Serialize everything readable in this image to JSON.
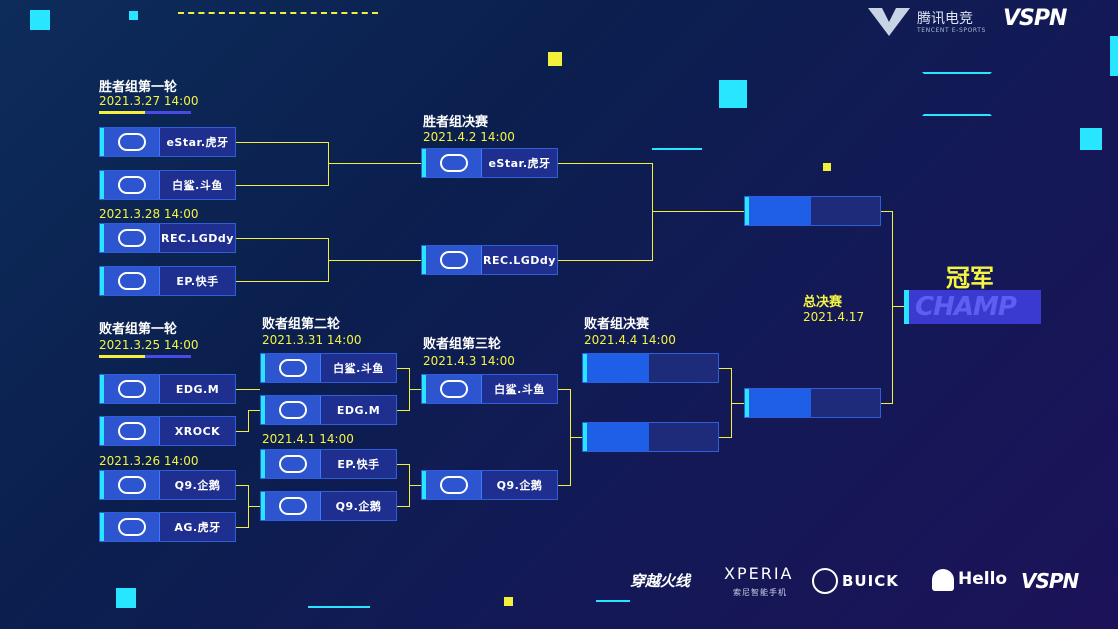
{
  "header": {
    "brand_cn": "腾讯电竞",
    "brand_en": "TENCENT E-SPORTS",
    "vspn": "VSPN"
  },
  "rounds": {
    "wb_r1": {
      "title": "胜者组第一轮",
      "date1": "2021.3.27  14:00",
      "date2": "2021.3.28  14:00"
    },
    "wb_final": {
      "title": "胜者组决赛",
      "date": "2021.4.2  14:00"
    },
    "lb_r1": {
      "title": "败者组第一轮",
      "date1": "2021.3.25  14:00",
      "date2": "2021.3.26  14:00"
    },
    "lb_r2": {
      "title": "败者组第二轮",
      "date1": "2021.3.31  14:00",
      "date2": "2021.4.1  14:00"
    },
    "lb_r3": {
      "title": "败者组第三轮",
      "date": "2021.4.3  14:00"
    },
    "lb_final": {
      "title": "败者组决赛",
      "date": "2021.4.4  14:00"
    },
    "grand_final": {
      "title": "总决赛",
      "date": "2021.4.17"
    }
  },
  "teams": {
    "wb1": "eStar.虎牙",
    "wb2": "白鲨.斗鱼",
    "wb3": "REC.LGDdy",
    "wb4": "EP.快手",
    "wbf1": "eStar.虎牙",
    "wbf2": "REC.LGDdy",
    "lb1": "EDG.M",
    "lb2": "XROCK",
    "lb3": "Q9.企鹅",
    "lb4": "AG.虎牙",
    "lb2_1": "白鲨.斗鱼",
    "lb2_2": "EDG.M",
    "lb2_3": "EP.快手",
    "lb2_4": "Q9.企鹅",
    "lb3_1": "白鲨.斗鱼",
    "lb3_2": "Q9.企鹅"
  },
  "champion": {
    "title": "冠军",
    "label": "CHAMP"
  },
  "sponsors": {
    "s1": "穿越火线",
    "s2": "XPERIA",
    "s2_sub": "索尼智能手机",
    "s3": "BUICK",
    "s4": "Hello",
    "s5": "VSPN"
  },
  "colors": {
    "accent": "#28e6ff",
    "line": "#f4ef3c",
    "team_bg": "#1f2f8f",
    "date": "#f5f542"
  }
}
